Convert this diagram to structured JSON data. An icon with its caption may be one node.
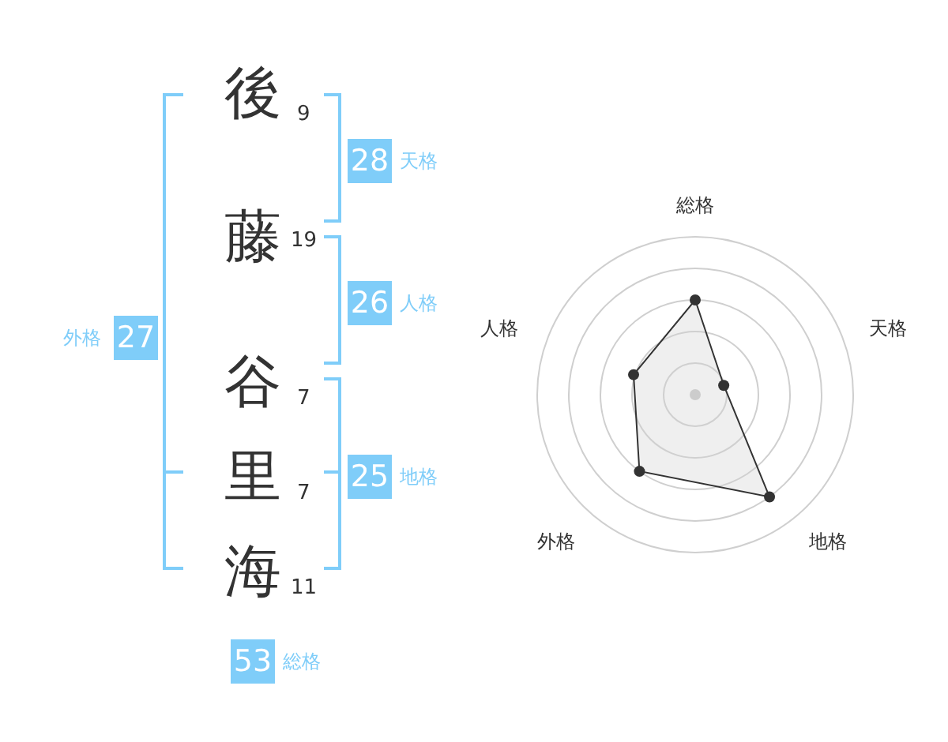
{
  "diagram": {
    "nodes": [
      {
        "text": [
          "28"
        ],
        "beside": [
          "天格"
        ]
      },
      {
        "text": [
          "26"
        ],
        "beside": [
          "人格"
        ]
      },
      {
        "text": [
          "27"
        ],
        "beside": [
          "外格"
        ]
      },
      {
        "text": [
          "25"
        ],
        "beside": [
          "地格"
        ]
      },
      {
        "text": [
          "53"
        ],
        "beside": [
          "総格"
        ]
      }
    ],
    "labels": [
      "後",
      "9",
      "藤",
      "19",
      "谷",
      "7",
      "里",
      "7",
      "海",
      "11",
      "総格",
      "人格",
      "天格",
      "外格",
      "地格"
    ]
  }
}
